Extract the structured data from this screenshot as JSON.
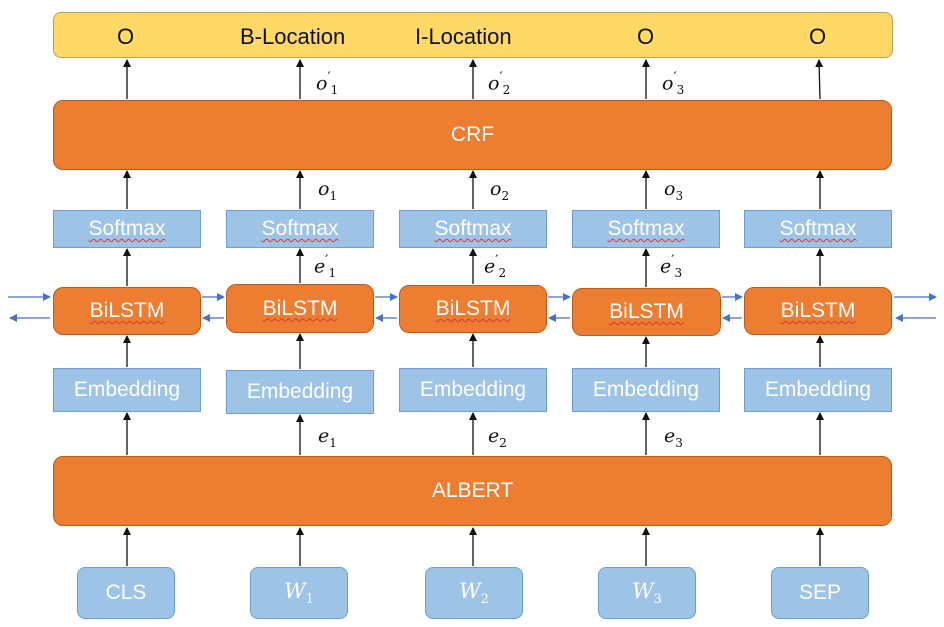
{
  "output_labels": [
    "O",
    "B-Location",
    "I-Location",
    "O",
    "O"
  ],
  "crf_label": "CRF",
  "albert_label": "ALBERT",
  "softmax_label": "Softmax",
  "bilstm_label": "BiLSTM",
  "embedding_label": "Embedding",
  "input_tokens": [
    "CLS",
    "W",
    "W",
    "W",
    "SEP"
  ],
  "input_subscripts": [
    "",
    "1",
    "2",
    "3",
    ""
  ],
  "symbols": {
    "o": "o",
    "e": "e",
    "prime": "′",
    "subscripts": [
      "1",
      "2",
      "3"
    ]
  },
  "colors": {
    "orange": "#ed7d31",
    "blue": "#9dc3e6",
    "yellow": "#ffd965",
    "arrow_dark": "#111111",
    "arrow_blue": "#4472c4"
  }
}
